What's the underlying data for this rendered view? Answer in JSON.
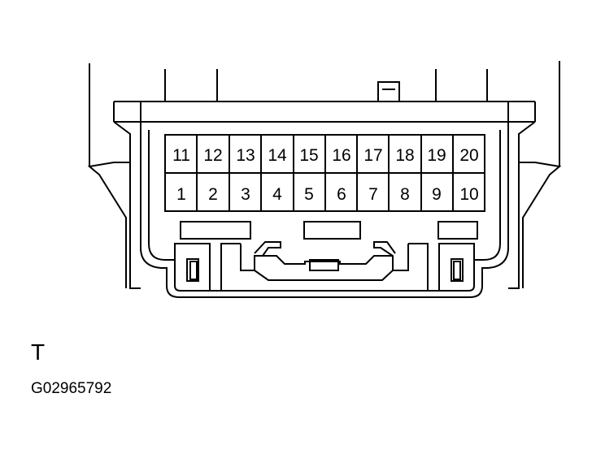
{
  "connector_label": "T",
  "figure_code": "G02965792",
  "pins": {
    "top_row": [
      "11",
      "12",
      "13",
      "14",
      "15",
      "16",
      "17",
      "18",
      "19",
      "20"
    ],
    "bottom_row": [
      "1",
      "2",
      "3",
      "4",
      "5",
      "6",
      "7",
      "8",
      "9",
      "10"
    ]
  },
  "colors": {
    "line": "#000000",
    "background": "#ffffff"
  }
}
